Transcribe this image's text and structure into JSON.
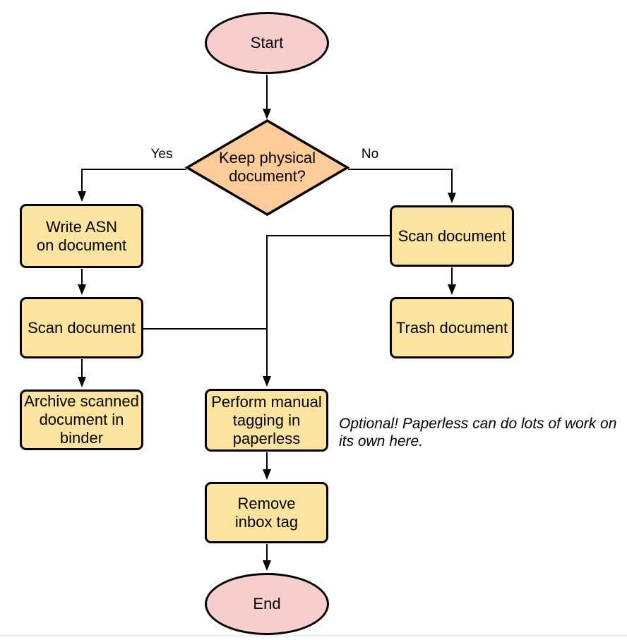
{
  "diagram": {
    "nodes": {
      "start": {
        "label": "Start",
        "type": "terminal"
      },
      "decision": {
        "label": "Keep physical\ndocument?",
        "type": "decision"
      },
      "write_asn": {
        "label": "Write ASN\non document",
        "type": "process"
      },
      "scan_left": {
        "label": "Scan document",
        "type": "process"
      },
      "archive": {
        "label": "Archive scanned\ndocument in\nbinder",
        "type": "process"
      },
      "scan_right": {
        "label": "Scan document",
        "type": "process"
      },
      "trash": {
        "label": "Trash document",
        "type": "process"
      },
      "tagging": {
        "label": "Perform manual\ntagging in\npaperless",
        "type": "process"
      },
      "remove_inbox": {
        "label": "Remove\ninbox tag",
        "type": "process"
      },
      "end": {
        "label": "End",
        "type": "terminal"
      }
    },
    "edge_labels": {
      "yes": "Yes",
      "no": "No"
    },
    "note": "Optional! Paperless can do lots of work on\nits own here.",
    "colors": {
      "terminal_fill": "#F8CECC",
      "process_fill": "#FCE3A0",
      "decision_fill": "#FFCC99",
      "stroke": "#000000",
      "background": "#FFFFFF"
    }
  }
}
